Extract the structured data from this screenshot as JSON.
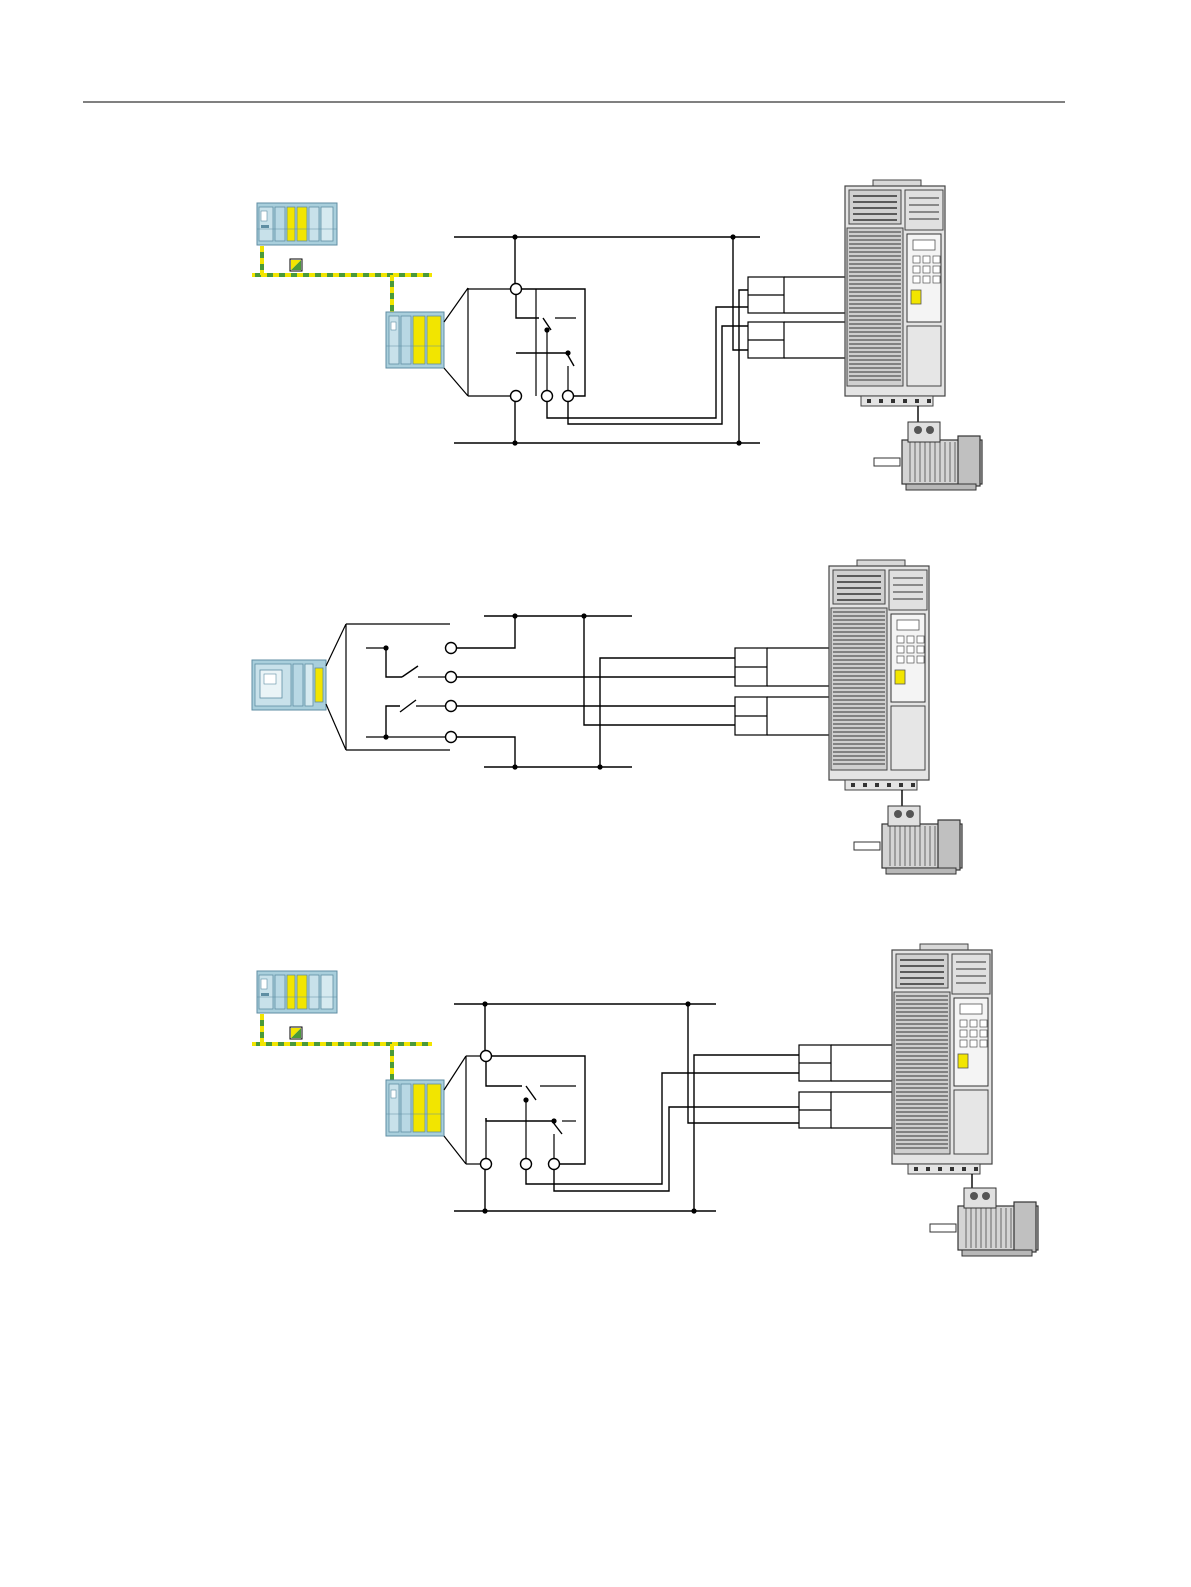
{
  "page": {
    "header_rule": true,
    "visible_text": []
  },
  "colors": {
    "line": "#000000",
    "module_blue": "#a9cfdc",
    "module_dark": "#5f8ea3",
    "safety_yellow": "#f2e500",
    "bus_green": "#4a9a3a",
    "bus_yellow": "#f2e500",
    "drive_gray": "#e4e4e4",
    "drive_dark": "#3a3a3a",
    "motor_gray": "#d4d4d4"
  },
  "diagrams": [
    {
      "id": "diagram-1",
      "controller": "safety-plc-icon",
      "network": "fieldbus-cable-icon",
      "io": "failsafe-io-module-icon",
      "switches": 2,
      "drive": "frequency-converter-icon",
      "motor": "motor-icon"
    },
    {
      "id": "diagram-2",
      "controller": "compact-failsafe-plc-icon",
      "io": "onboard-failsafe-io",
      "switches": 2,
      "drive": "frequency-converter-icon",
      "motor": "motor-icon"
    },
    {
      "id": "diagram-3",
      "controller": "safety-plc-icon",
      "network": "fieldbus-cable-icon",
      "io": "failsafe-io-module-icon",
      "switches": 2,
      "drive": "frequency-converter-icon",
      "motor": "motor-icon"
    }
  ]
}
